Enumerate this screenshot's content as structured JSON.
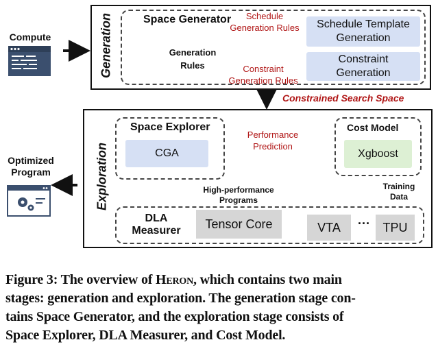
{
  "compute_label": "Compute",
  "optimized_label": "Optimized\nProgram",
  "generation": {
    "stage_label": "Generation",
    "space_generator_label": "Space Generator",
    "db_label": "Generation\nRules",
    "schedule_rules_label": "Schedule\nGeneration Rules",
    "constraint_rules_label": "Constraint\nGeneration Rules",
    "schedule_box": "Schedule Template\nGeneration",
    "constraint_box": "Constraint\nGeneration"
  },
  "constrained_label": "Constrained Search Space",
  "exploration": {
    "stage_label": "Exploration",
    "space_explorer_label": "Space Explorer",
    "cga_label": "CGA",
    "perf_label": "Performance\nPrediction",
    "cost_model_label": "Cost Model",
    "xgboost_label": "Xgboost",
    "hp_label": "High-performance\nPrograms",
    "training_label": "Training\nData",
    "dla_label": "DLA\nMeasurer",
    "tensor_core_label": "Tensor Core",
    "vta_label": "VTA",
    "dots_label": "···",
    "tpu_label": "TPU"
  },
  "caption": {
    "line1_a": "Figure 3: The overview of ",
    "line1_b": "Heron",
    "line1_c": ", which contains two main",
    "line2": "stages: generation and exploration. The generation stage con-",
    "line3": "tains Space Generator, and the exploration stage consists of",
    "line4": "Space Explorer, DLA Measurer, and Cost Model."
  },
  "colors": {
    "blue_box": "#d6e0f4",
    "green_box": "#ddf0d4",
    "gray_box": "#d6d6d6",
    "database": "#fde9a6",
    "red_text": "#b01515"
  }
}
